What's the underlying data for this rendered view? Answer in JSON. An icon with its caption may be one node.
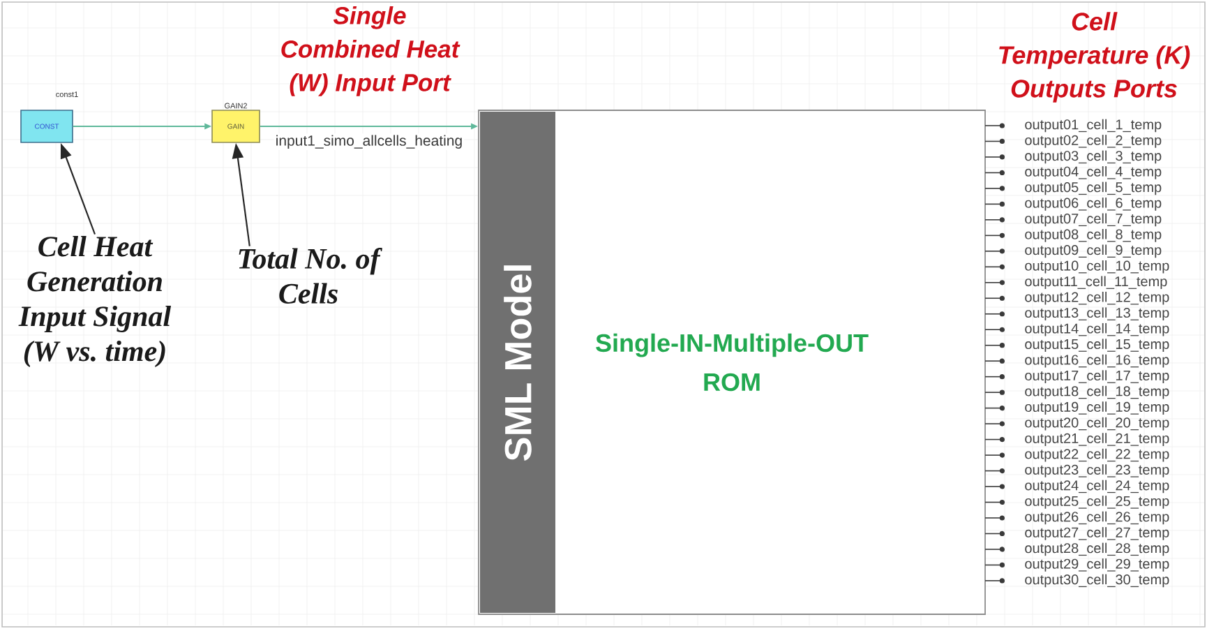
{
  "diagram": {
    "nodes": [
      {
        "text": [
          "CONST"
        ],
        "beside": [
          "const1"
        ]
      },
      {
        "text": [
          "GAIN"
        ],
        "beside": [
          "GAIN2"
        ]
      },
      {
        "text": [
          "Single-IN-Multiple-OUT ROM"
        ]
      },
      {
        "text": [
          "SML Model"
        ],
        "in": 2
      },
      {
        "text": [
          "Cell Heat Generation Input Signal (W vs. time)"
        ]
      },
      {
        "text": [
          "Total No. of Cells"
        ]
      }
    ],
    "edges": [
      {
        "from": 0,
        "to": 1,
        "arrow": "to",
        "color": "#5fb89a"
      },
      {
        "from": 1,
        "to": 2,
        "arrow": "to",
        "color": "#5fb89a",
        "label": "input1_simo_allcells_heating"
      },
      {
        "from": 4,
        "to": 0,
        "arrow": "to",
        "color": "#262626"
      },
      {
        "from": 5,
        "to": 1,
        "arrow": "to",
        "color": "#262626"
      }
    ],
    "labels": [
      "Single Combined Heat (W) Input Port",
      "Cell Temperature (K) Outputs Ports",
      "output01_cell_1_temp",
      "output02_cell_2_temp",
      "output03_cell_3_temp",
      "output04_cell_4_temp",
      "output05_cell_5_temp",
      "output06_cell_6_temp",
      "output07_cell_7_temp",
      "output08_cell_8_temp",
      "output09_cell_9_temp",
      "output10_cell_10_temp",
      "output11_cell_11_temp",
      "output12_cell_12_temp",
      "output13_cell_13_temp",
      "output14_cell_14_temp",
      "output15_cell_15_temp",
      "output16_cell_16_temp",
      "output17_cell_17_temp",
      "output18_cell_18_temp",
      "output19_cell_19_temp",
      "output20_cell_20_temp",
      "output21_cell_21_temp",
      "output22_cell_22_temp",
      "output23_cell_23_temp",
      "output24_cell_24_temp",
      "output25_cell_25_temp",
      "output26_cell_26_temp",
      "output27_cell_27_temp",
      "output28_cell_28_temp",
      "output29_cell_29_temp",
      "output30_cell_30_temp"
    ]
  }
}
